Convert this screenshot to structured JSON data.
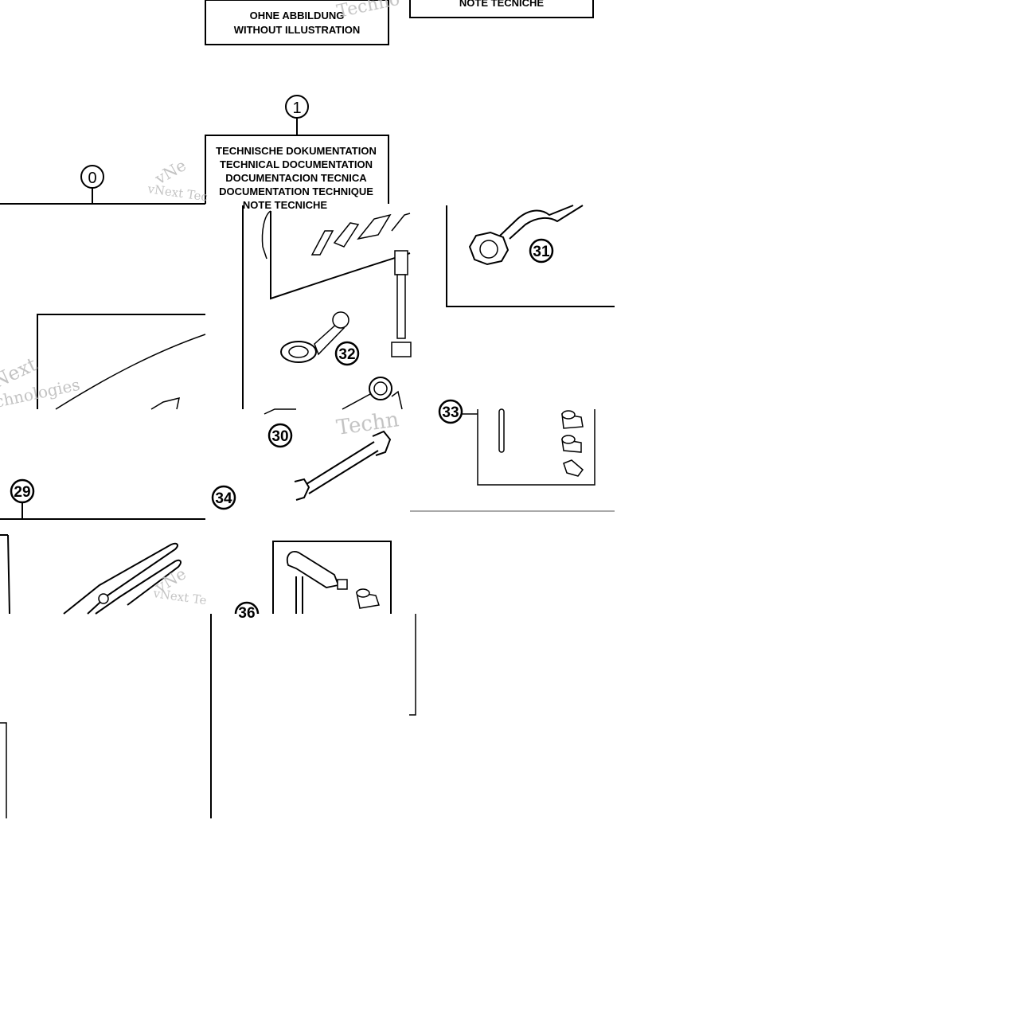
{
  "diagram": {
    "label_boxes": {
      "without_illustration": [
        "OHNE ABBILDUNG",
        "WITHOUT ILLUSTRATION"
      ],
      "note_tecniche_top": [
        "NOTE TECNICHE"
      ],
      "technical_documentation": [
        "TECHNISCHE DOKUMENTATION",
        "TECHNICAL DOCUMENTATION",
        "DOCUMENTACION TECNICA",
        "DOCUMENTATION TECHNIQUE",
        "NOTE TECNICHE"
      ]
    },
    "callouts": {
      "c0": "0",
      "c1": "1",
      "c29": "29",
      "c30": "30",
      "c31": "31",
      "c32": "32",
      "c33": "33",
      "c34": "34",
      "c36": "36"
    },
    "watermarks": {
      "brand": "vNext Technologies",
      "a": "vNext Tec",
      "b": "Techn",
      "c": "Techno",
      "d": "vNext Te",
      "e": "vNe",
      "f": "Next",
      "g": "chnologies"
    }
  }
}
